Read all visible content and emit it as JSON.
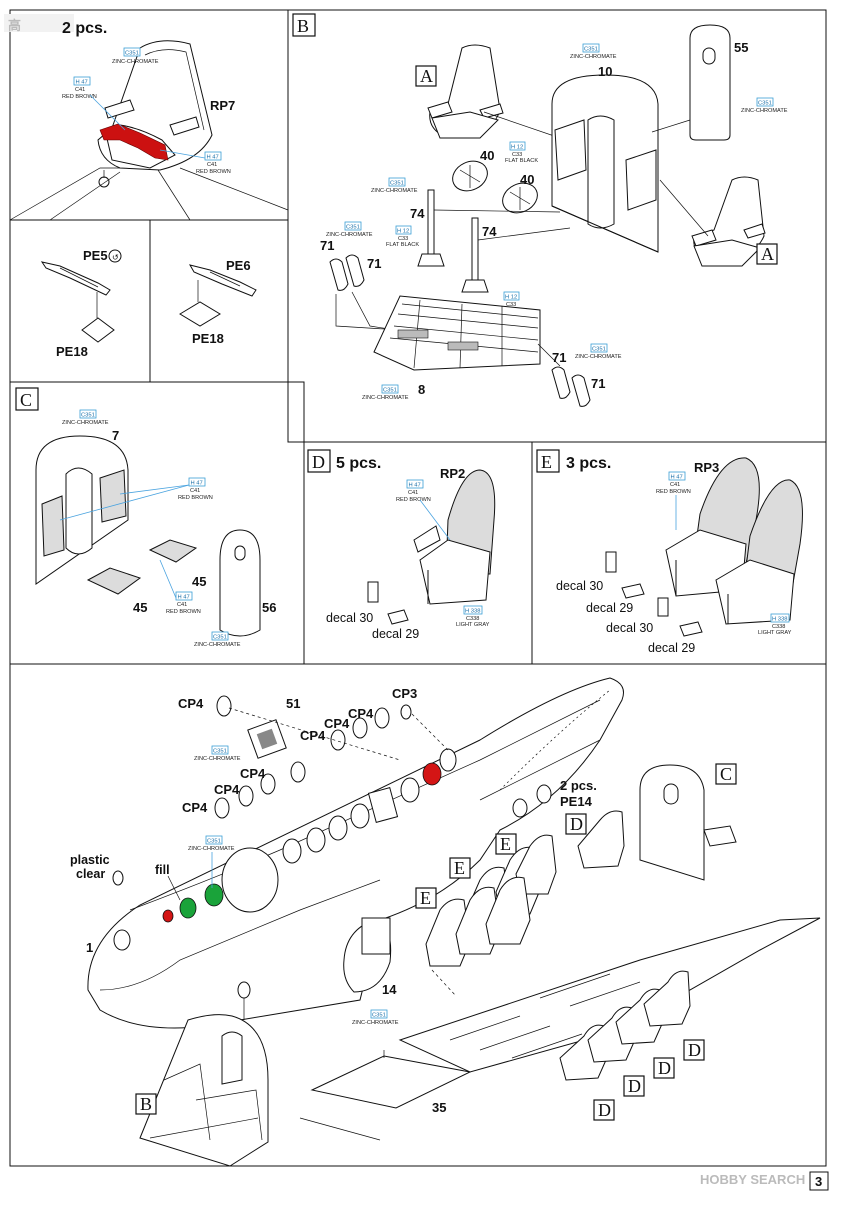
{
  "header": {
    "logo": "高",
    "partial_title": "2 pcs."
  },
  "panels": {
    "B": {
      "letter": "B"
    },
    "C": {
      "letter": "C"
    },
    "D": {
      "letter": "D",
      "count": "5 pcs."
    },
    "E": {
      "letter": "E",
      "count": "3 pcs."
    }
  },
  "parts": {
    "rp7": "RP7",
    "pe5": "PE5",
    "pe6": "PE6",
    "pe18a": "PE18",
    "pe18b": "PE18",
    "p10": "10",
    "p55": "55",
    "p40a": "40",
    "p40b": "40",
    "p74a": "74",
    "p74b": "74",
    "p71a": "71",
    "p71b": "71",
    "p71c": "71",
    "p71d": "71",
    "p8": "8",
    "p7": "7",
    "p45a": "45",
    "p45b": "45",
    "p56": "56",
    "rp2": "RP2",
    "rp3": "RP3",
    "decal30a": "decal 30",
    "decal29a": "decal 29",
    "decal30b": "decal 30",
    "decal29b": "decal 29",
    "decal30c": "decal 30",
    "decal29c": "decal 29",
    "cp4a": "CP4",
    "cp4b": "CP4",
    "cp4c": "CP4",
    "cp4d": "CP4",
    "cp4e": "CP4",
    "cp4f": "CP4",
    "cp4g": "CP4",
    "cp3": "CP3",
    "p51": "51",
    "pe14_count": "2 pcs.",
    "pe14": "PE14",
    "plastic1": "plastic",
    "plastic2": "clear",
    "fill": "fill",
    "p1": "1",
    "p14": "14",
    "p35": "35"
  },
  "callouts": {
    "zc": "ZINC-CHROMATE",
    "c351": "C351",
    "rb": "RED BROWN",
    "h47": "H 47",
    "c41": "C41",
    "fb": "FLAT BLACK",
    "h12": "H 12",
    "c33": "C33",
    "lg": "LIGHT GRAY",
    "h338": "H 338",
    "c338": "C338"
  },
  "footer": {
    "brand": "HOBBY SEARCH",
    "page": "3"
  }
}
